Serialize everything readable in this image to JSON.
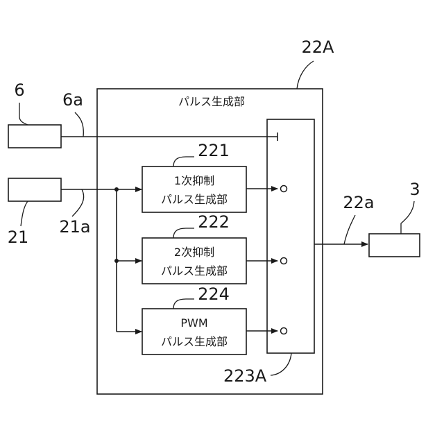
{
  "labels": {
    "ref_22A": "22A",
    "block_title": "パルス生成部",
    "ref_6": "6",
    "ref_6a": "6a",
    "ref_21": "21",
    "ref_21a": "21a",
    "ref_221": "221",
    "ref_222": "222",
    "ref_224": "224",
    "ref_223A": "223A",
    "ref_22a": "22a",
    "ref_3": "3"
  },
  "blocks": {
    "primary": {
      "line1": "1次抑制",
      "line2": "パルス生成部"
    },
    "secondary": {
      "line1": "2次抑制",
      "line2": "パルス生成部"
    },
    "pwm": {
      "line1": "PWM",
      "line2": "パルス生成部"
    }
  }
}
